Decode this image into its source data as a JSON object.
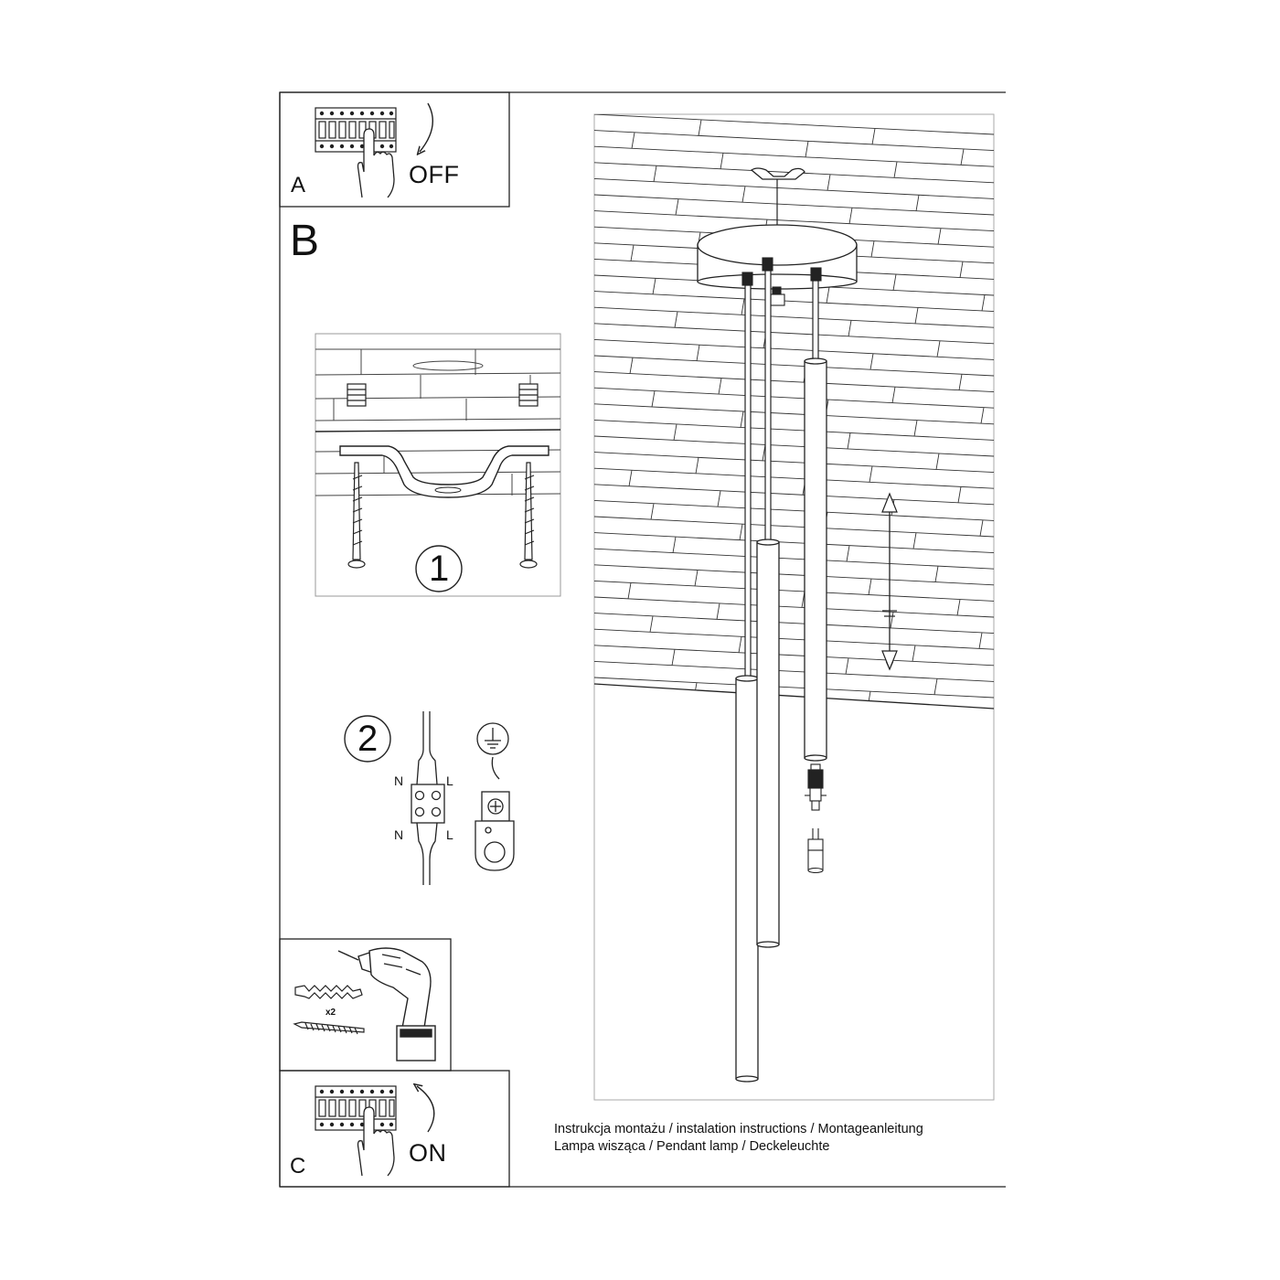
{
  "panels": {
    "a": {
      "letter": "A",
      "state": "OFF"
    },
    "b": {
      "letter": "B"
    },
    "c": {
      "letter": "C",
      "state": "ON"
    }
  },
  "steps": {
    "one": "1",
    "two": "2"
  },
  "wiring": {
    "n_top": "N",
    "l_top": "L",
    "n_bottom": "N",
    "l_bottom": "L"
  },
  "tools": {
    "anchor_count": "x2"
  },
  "caption": {
    "line1": "Instrukcja montażu / instalation instructions / Montageanleitung",
    "line2": "Lampa wisząca / Pendant lamp / Deckeleuchte"
  },
  "icons": [
    "breaker-panel-icon",
    "hand-icon",
    "curved-arrow-down-icon",
    "curved-arrow-up-icon",
    "ground-symbol-icon",
    "drill-icon",
    "wall-anchor-icon",
    "screw-icon"
  ]
}
